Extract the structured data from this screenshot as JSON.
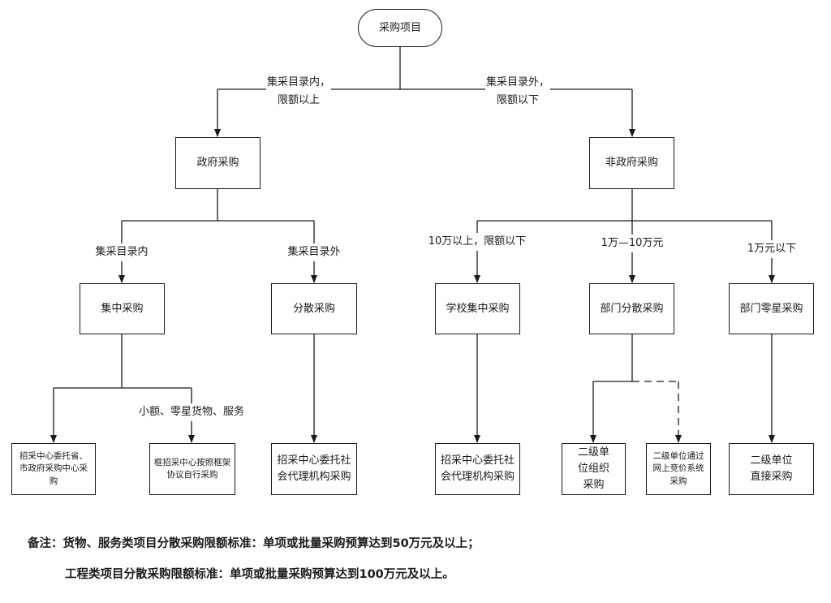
{
  "nodes": {
    "root": "采购项目",
    "gov": "政府采购",
    "nongov": "非政府采购",
    "central": "集中采购",
    "decentral": "分散采购",
    "school_central": "学校集中采购",
    "dept_decentral": "部门分散采购",
    "dept_sporadic": "部门零星采购",
    "leaf_provincial": "招采中心委托省、市政府采购中心采购",
    "leaf_framework": "框招采中心按照框架协议自行采购",
    "leaf_agency_1": "招采中心委托社会代理机构采购",
    "leaf_agency_2": "招采中心委托社会代理机构采购",
    "leaf_unit_org": "二级单位组织采购",
    "leaf_online": "二级单位通过网上竞价系统采购",
    "leaf_direct": "二级单位直接采购"
  },
  "edge_labels": {
    "in_catalog_above": "集采目录内，限额以上",
    "out_catalog_below": "集采目录外，限额以下",
    "in_catalog": "集采目录内",
    "out_catalog": "集采目录外",
    "over_10w": "10万以上，限额以下",
    "range_1w_10w": "1万—10万元",
    "under_1w": "1万元以下",
    "small_goods": "小额、零星货物、服务"
  },
  "notes": {
    "line1": "备注：货物、服务类项目分散采购限额标准：单项或批量采购预算达到50万元及以上；",
    "line2": "工程类项目分散采购限额标准：单项或批量采购预算达到100万元及以上。"
  }
}
